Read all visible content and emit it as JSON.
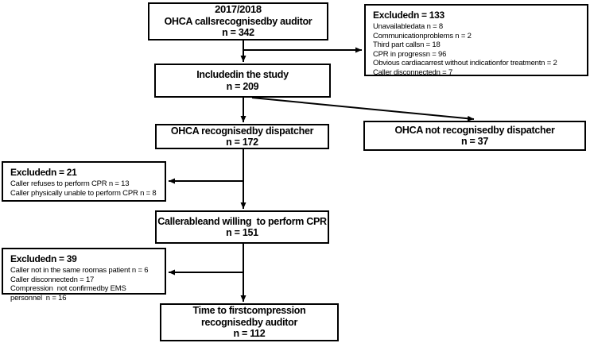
{
  "diagram": {
    "background": "#ffffff",
    "line_color": "#000000",
    "nodes": {
      "auditor": {
        "lines": [
          "2017/2018",
          "OHCA callsrecognisedby auditor",
          "n = 342"
        ]
      },
      "excluded_top": {
        "title": "Excludedn = 133",
        "items": [
          "Unavailabledata n = 8",
          "Communicationproblems n = 2",
          "Third part callsn = 18",
          "CPR in progressn = 96",
          "Obvious cardiacarrest without indicationfor treatmentn = 2",
          "Caller disconnectedn = 7"
        ]
      },
      "included": {
        "lines": [
          "Includedin the study",
          "n = 209"
        ]
      },
      "recognised": {
        "lines": [
          "OHCA recognisedby dispatcher",
          "n = 172"
        ]
      },
      "not_recognised": {
        "lines": [
          "OHCA not recognisedby dispatcher",
          "n = 37"
        ]
      },
      "excluded_cpr": {
        "title": "Excludedn = 21",
        "items": [
          "Caller refuses to perform CPR n = 13",
          "Caller physically unable to perform CPR n = 8"
        ]
      },
      "caller_able": {
        "lines": [
          "Callerableand willing  to perform CPR",
          "n = 151"
        ]
      },
      "excluded_room": {
        "title": "Excludedn = 39",
        "items": [
          "Caller not in the same roomas patient n = 6",
          "Caller disconnectedn = 17",
          "Compression  not confirmedby EMS personnel  n = 16"
        ]
      },
      "final": {
        "lines": [
          "Time to firstcompression",
          "recognisedby auditor",
          "n = 112"
        ]
      }
    }
  }
}
